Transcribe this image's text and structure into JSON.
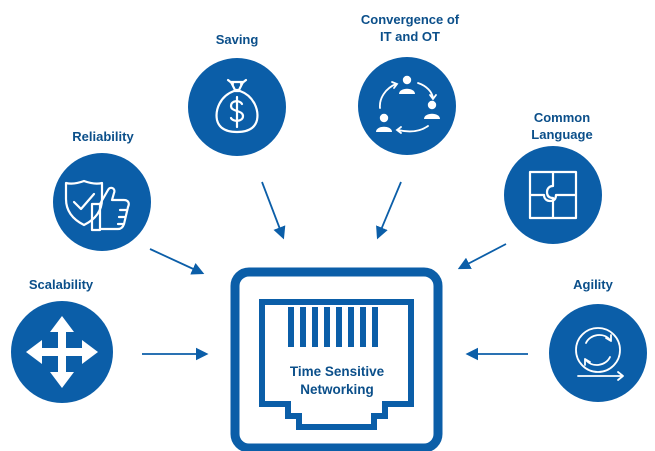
{
  "colors": {
    "brand_blue": "#0b5ea8",
    "label_blue": "#0b4f8a",
    "white": "#ffffff"
  },
  "center": {
    "line1": "Time Sensitive",
    "line2": "Networking",
    "icon": "ethernet-port-icon"
  },
  "nodes": {
    "saving": {
      "label": "Saving",
      "icon": "money-bag-dollar-icon"
    },
    "convergence": {
      "line1": "Convergence of",
      "line2": "IT and OT",
      "icon": "people-cycle-icon"
    },
    "reliability": {
      "label": "Reliability",
      "icon": "shield-thumbs-up-icon"
    },
    "common_language": {
      "line1": "Common",
      "line2": "Language",
      "icon": "puzzle-icon"
    },
    "scalability": {
      "label": "Scalability",
      "icon": "four-way-arrows-icon"
    },
    "agility": {
      "label": "Agility",
      "icon": "rotate-arrows-icon"
    }
  }
}
